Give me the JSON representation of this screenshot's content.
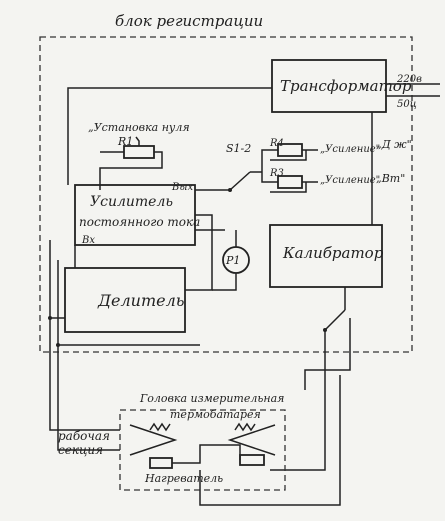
{
  "title": "блок регистрации",
  "blocks": {
    "transformer": "Трансформатор",
    "amplifier_line1": "Усилитель",
    "amplifier_line2": "постоянного тока",
    "divider": "Делитель",
    "calibrator": "Калибратор",
    "probe_head_line1": "Головка измерительная",
    "probe_head_line2": "термобатарея",
    "heater": "Нагреватель"
  },
  "labels": {
    "zero_setting": "„Установка нуля",
    "r1": "R1",
    "r3": "R3",
    "r4": "R4",
    "switch": "S1-2",
    "gain1": "„Усиление\"",
    "gain2": "„Усиление\"",
    "dzh": "„Д ж\"",
    "vt": "„Вт\"",
    "out": "Вых",
    "in": "Вх",
    "meter": "P1",
    "mains_voltage": "220в",
    "mains_freq": "50ц",
    "work_section_line1": "рабочая",
    "work_section_line2": "секция"
  }
}
